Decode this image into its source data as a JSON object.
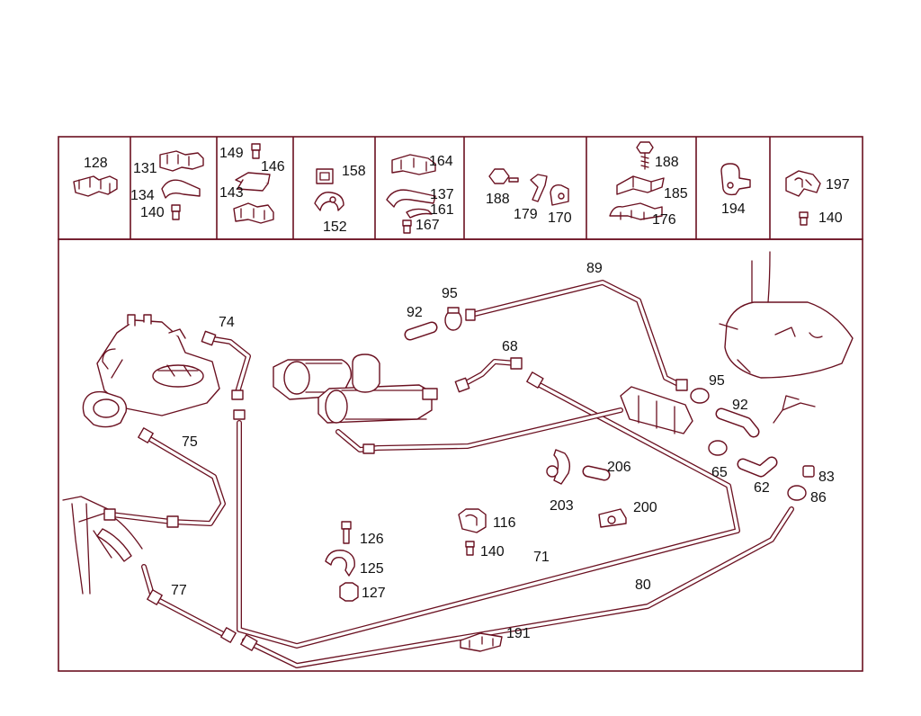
{
  "colors": {
    "line": "#6a1020",
    "text": "#111111",
    "background": "#ffffff"
  },
  "header_cells": [
    {
      "labels": [
        "128"
      ]
    },
    {
      "labels": [
        "131",
        "134",
        "140"
      ]
    },
    {
      "labels": [
        "149",
        "146",
        "143"
      ]
    },
    {
      "labels": [
        "158",
        "152"
      ]
    },
    {
      "labels": [
        "164",
        "137",
        "161",
        "167"
      ]
    },
    {
      "labels": [
        "188",
        "179",
        "170"
      ]
    },
    {
      "labels": [
        "188",
        "185",
        "176"
      ]
    },
    {
      "labels": [
        "194"
      ]
    },
    {
      "labels": [
        "197",
        "140"
      ]
    }
  ],
  "callouts": {
    "c89": "89",
    "c95a": "95",
    "c92a": "92",
    "c74": "74",
    "c68": "68",
    "c95b": "95",
    "c92b": "92",
    "c75": "75",
    "c65": "65",
    "c62": "62",
    "c83": "83",
    "c86": "86",
    "c206": "206",
    "c203": "203",
    "c200": "200",
    "c116": "116",
    "c140": "140",
    "c71": "71",
    "c126": "126",
    "c125": "125",
    "c127": "127",
    "c77": "77",
    "c80": "80",
    "c191": "191"
  }
}
